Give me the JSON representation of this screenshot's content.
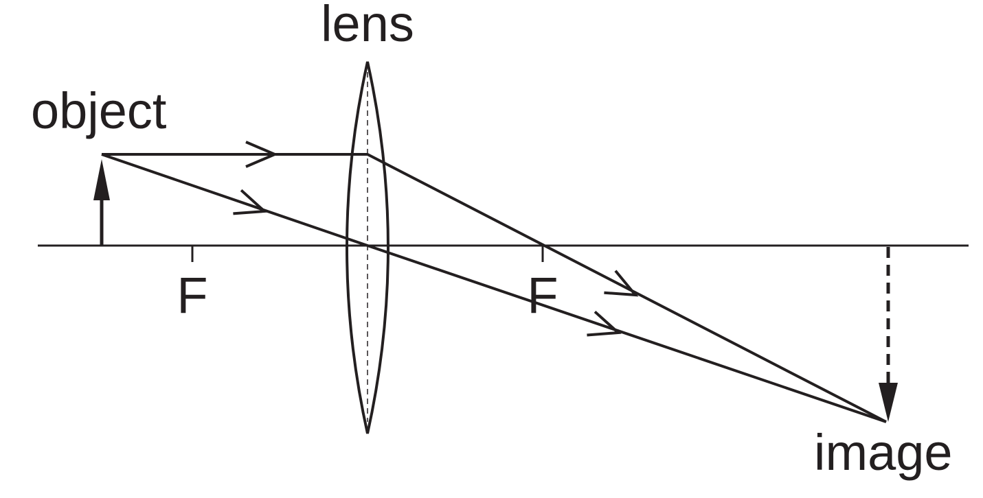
{
  "labels": {
    "lens": "lens",
    "object": "object",
    "image": "image",
    "focal_left": "F",
    "focal_right": "F"
  },
  "colors": {
    "ink": "#231f20"
  }
}
